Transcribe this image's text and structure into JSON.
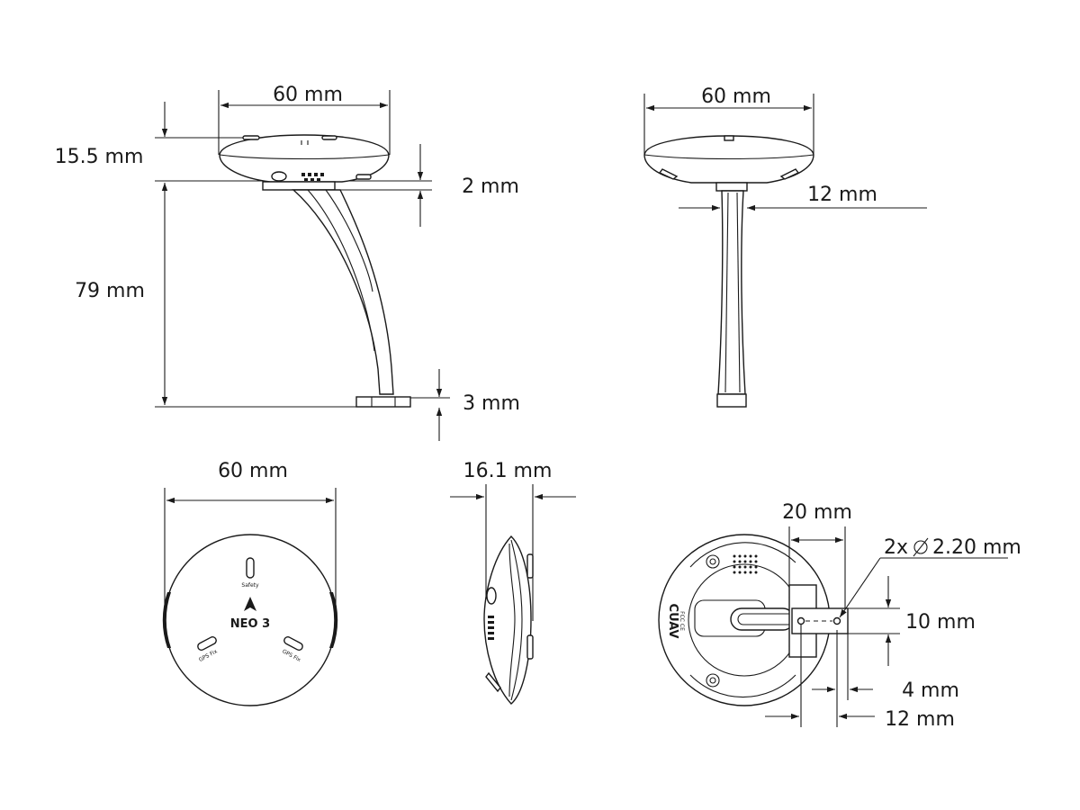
{
  "side_view": {
    "width": "60 mm",
    "module_height": "15.5 mm",
    "mount_thickness": "2 mm",
    "mast_height": "79 mm",
    "base_thickness": "3 mm"
  },
  "front_view": {
    "width": "60 mm",
    "mast_width": "12 mm"
  },
  "top_view": {
    "diameter": "60 mm",
    "brand_label": "NEO 3",
    "safety_label": "Safety",
    "gps_label_left": "GPS Fix",
    "gps_label_right": "GPS Fix"
  },
  "edge_view": {
    "thickness": "16.1 mm"
  },
  "bottom_view": {
    "hole_spacing": "20 mm",
    "hole_diameter": "2x",
    "hole_diameter_value": "2.20 mm",
    "hole_pitch": "10 mm",
    "offset_small": "4 mm",
    "offset_large": "12 mm",
    "logo_text": "CUAV",
    "cert_text": "FCC CE"
  }
}
